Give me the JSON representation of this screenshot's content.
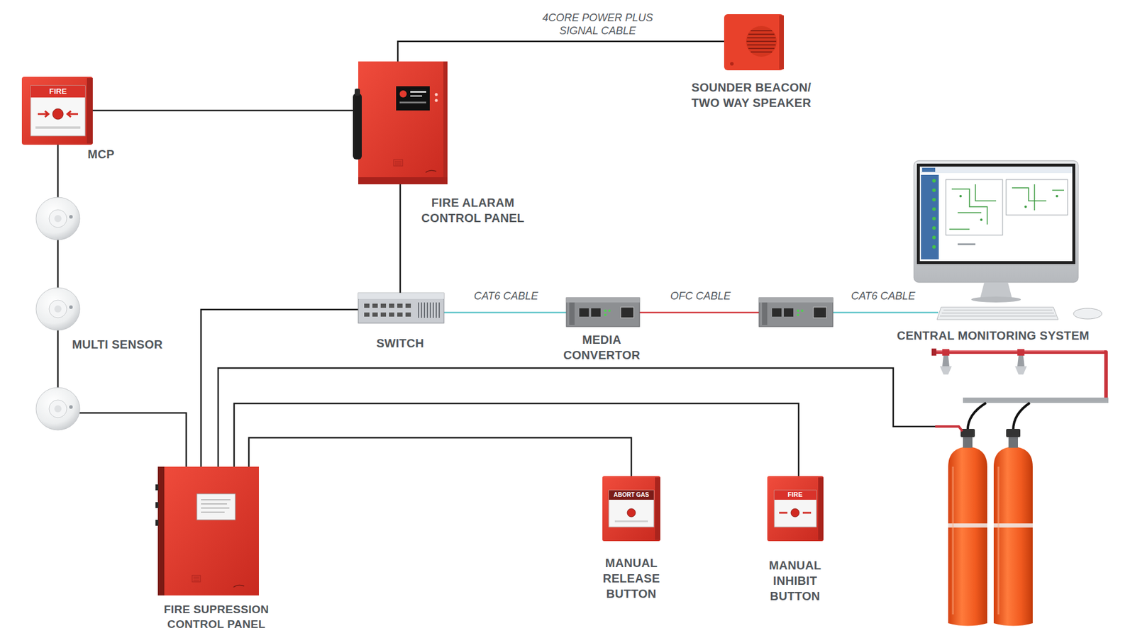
{
  "diagram": {
    "nodes": [
      {
        "text": [
          "MCP"
        ]
      },
      {
        "text": [
          "FIRE ALARAM CONTROL PANEL"
        ]
      },
      {
        "text": [
          "SOUNDER BEACON/ TWO WAY SPEAKER"
        ]
      },
      {
        "text": [
          "MULTI SENSOR"
        ]
      },
      {
        "text": [
          "SWITCH"
        ]
      },
      {
        "text": [
          "MEDIA CONVERTOR"
        ]
      },
      {
        "text": [
          "CENTRAL MONITORING SYSTEM"
        ]
      },
      {
        "text": [
          "FIRE SUPRESSION CONTROL PANEL"
        ]
      },
      {
        "text": [
          "MANUAL RELEASE BUTTON"
        ]
      },
      {
        "text": [
          "MANUAL INHIBIT BUTTON"
        ]
      }
    ],
    "edges": [
      {
        "from": 0,
        "to": 1,
        "arrow": "none"
      },
      {
        "from": 1,
        "to": 2,
        "arrow": "none",
        "label": "4CORE POWER PLUS SIGNAL CABLE"
      },
      {
        "from": 0,
        "to": 3,
        "arrow": "none"
      },
      {
        "from": 3,
        "to": 7,
        "arrow": "none"
      },
      {
        "from": 1,
        "to": 4,
        "arrow": "none"
      },
      {
        "from": 4,
        "to": 7,
        "arrow": "none"
      },
      {
        "from": 4,
        "to": 5,
        "arrow": "none",
        "label": "CAT6 CABLE"
      },
      {
        "from": 5,
        "to": 6,
        "arrow": "none",
        "label": "OFC CABLE"
      },
      {
        "from": 7,
        "to": 8,
        "arrow": "none"
      },
      {
        "from": 7,
        "to": 9,
        "arrow": "none"
      }
    ],
    "labels": [
      "CAT6 CABLE",
      "FIRE",
      "ABORT GAS",
      "FIRE"
    ]
  }
}
